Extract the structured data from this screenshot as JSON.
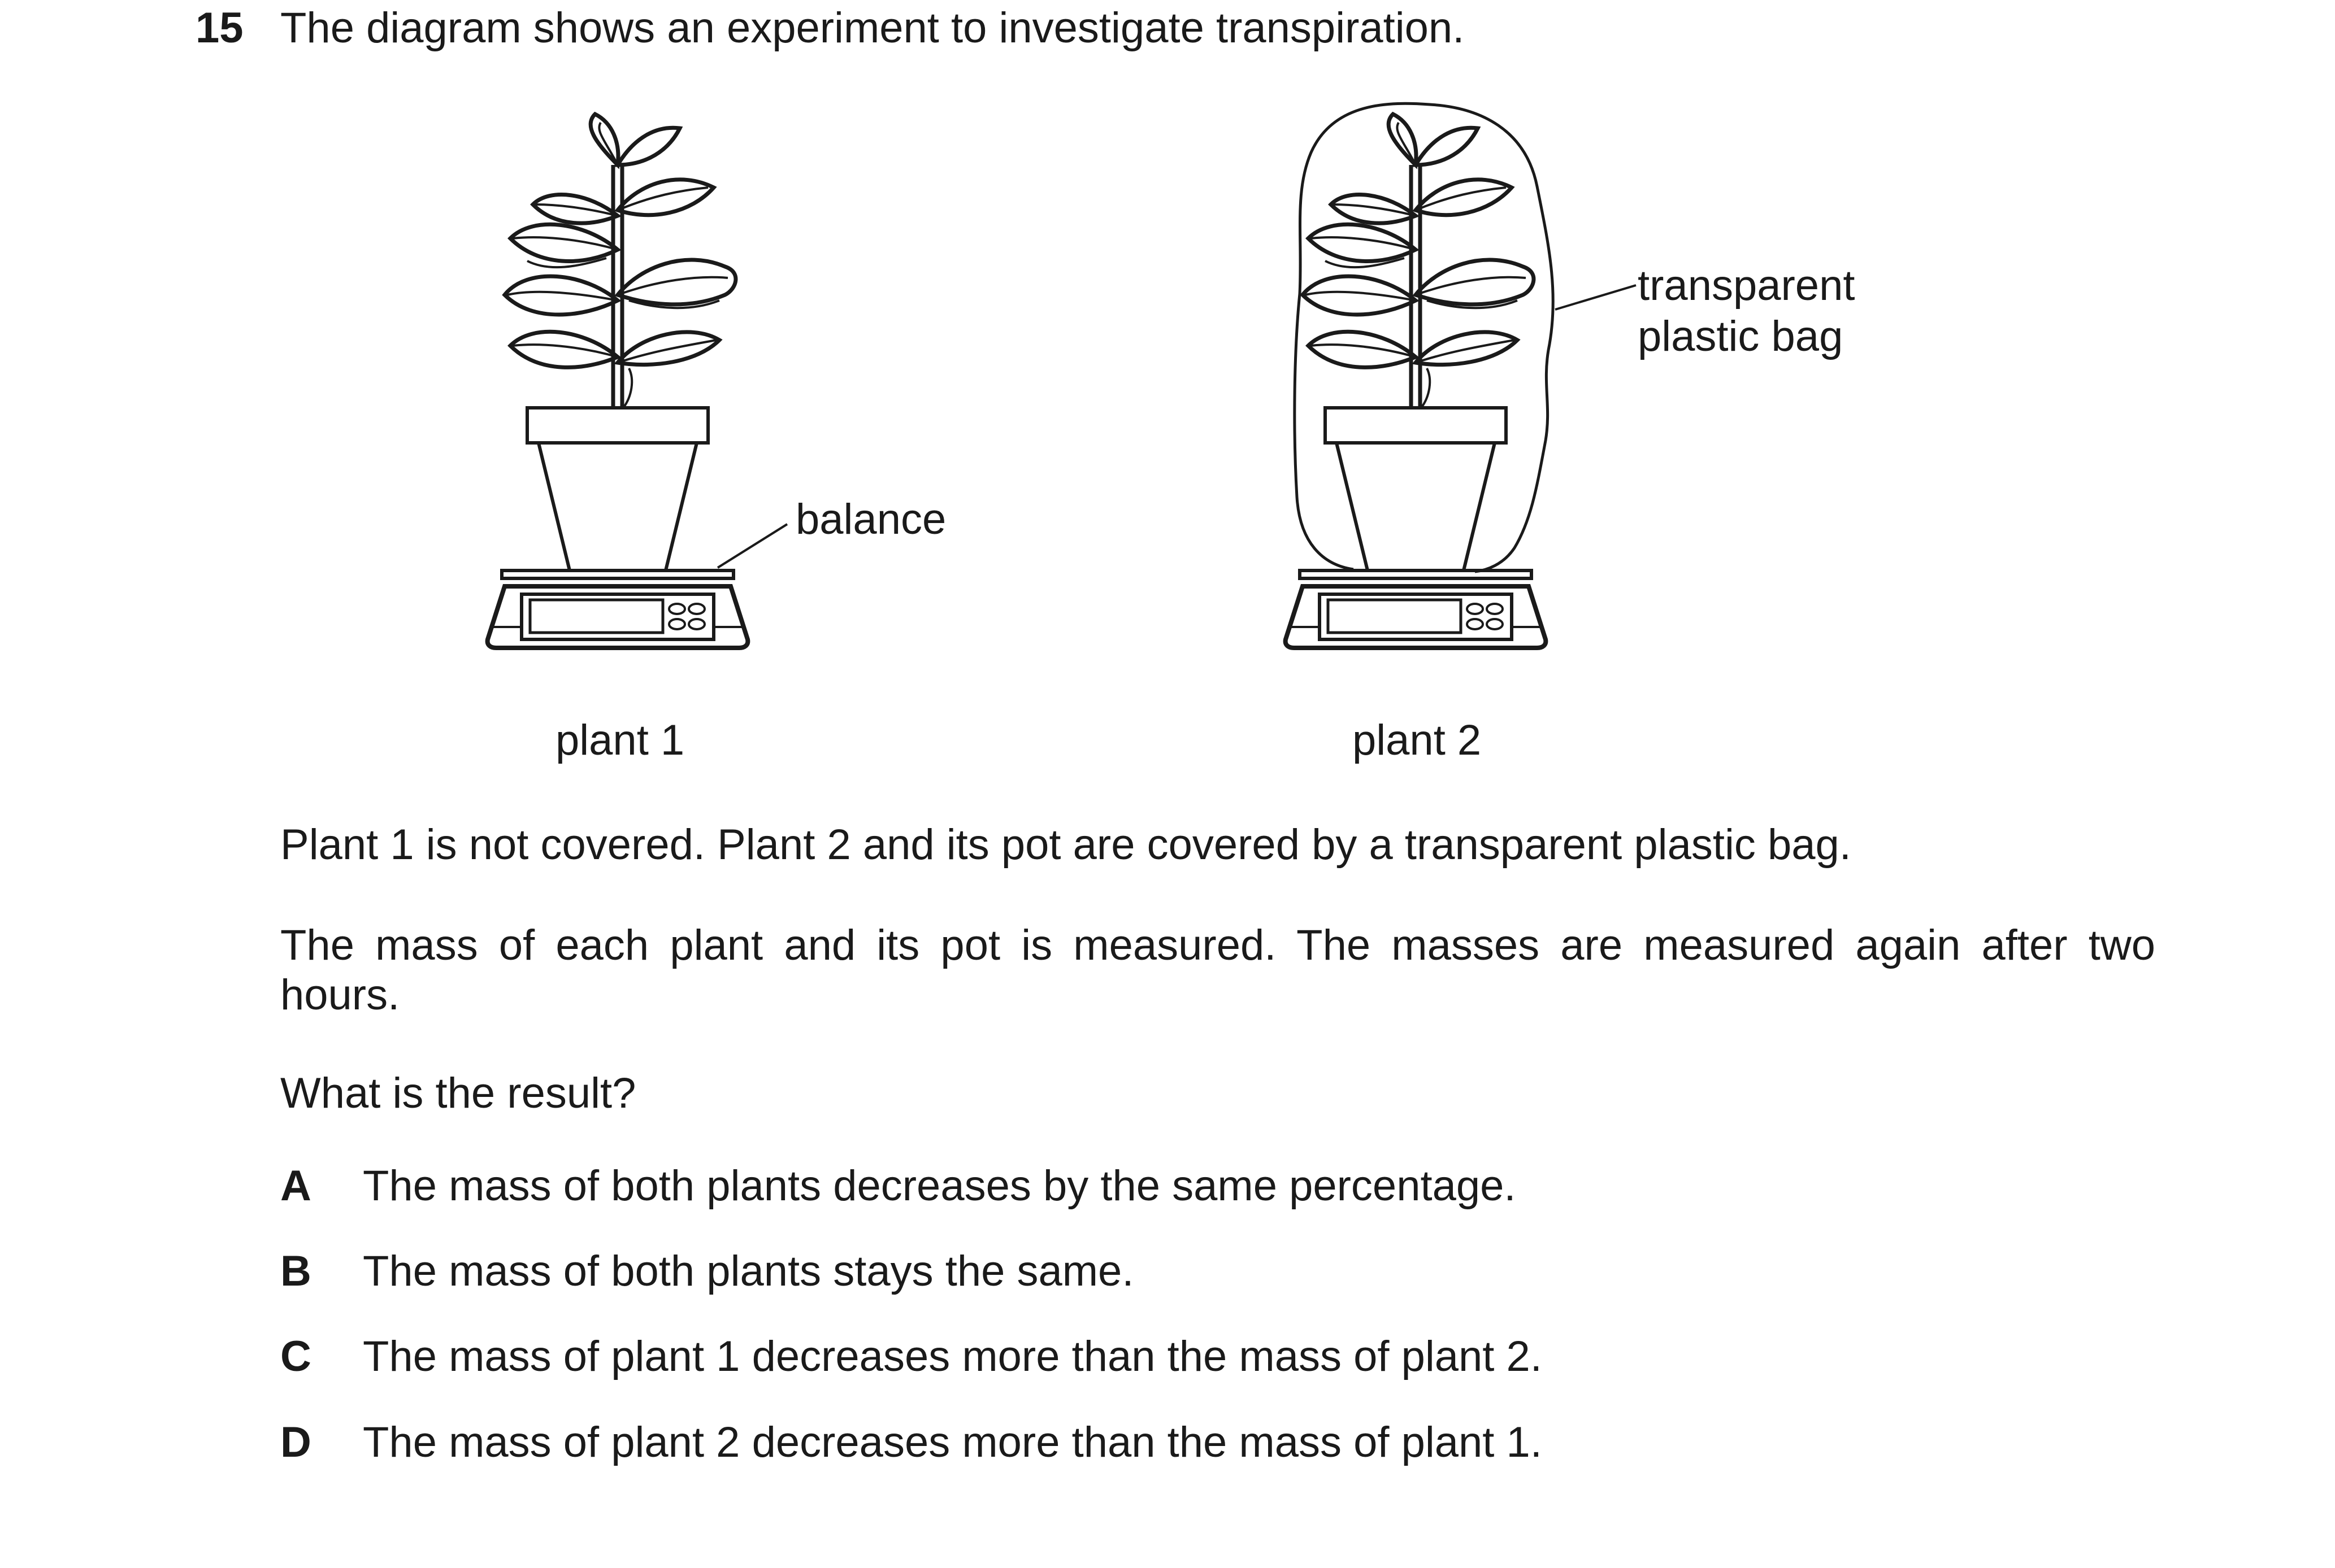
{
  "question": {
    "number": "15",
    "stem": "The diagram shows an experiment to investigate transpiration."
  },
  "diagram": {
    "labels": {
      "balance": "balance",
      "bag_line1": "transparent",
      "bag_line2": "plastic bag",
      "plant1": "plant 1",
      "plant2": "plant 2"
    }
  },
  "body": {
    "p1": "Plant 1 is not covered. Plant 2 and its pot are covered by a transparent plastic bag.",
    "p2_line1": "The mass of each plant and its pot is measured. The masses are measured again after two",
    "p2_line2": "hours.",
    "prompt": "What is the result?"
  },
  "options": [
    {
      "letter": "A",
      "text": "The mass of both plants decreases by the same percentage."
    },
    {
      "letter": "B",
      "text": "The mass of both plants stays the same."
    },
    {
      "letter": "C",
      "text": "The mass of plant 1 decreases more than the mass of plant 2."
    },
    {
      "letter": "D",
      "text": "The mass of plant 2 decreases more than the mass of plant 1."
    }
  ]
}
